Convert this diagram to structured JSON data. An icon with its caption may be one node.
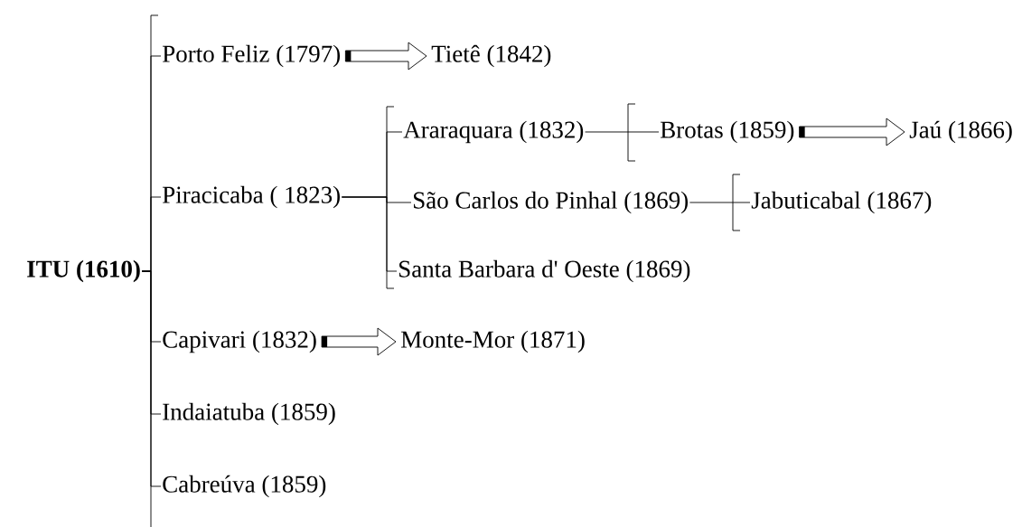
{
  "diagram": {
    "nodes": [
      {
        "text": [
          "ITU (1610)"
        ]
      },
      {
        "text": [
          "Porto Feliz (1797)"
        ]
      },
      {
        "text": [
          "Tietê (1842)"
        ]
      },
      {
        "text": [
          "Piracicaba ( 1823)"
        ]
      },
      {
        "text": [
          "Araraquara (1832)"
        ]
      },
      {
        "text": [
          "Brotas (1859)"
        ]
      },
      {
        "text": [
          "Jaú (1866)"
        ]
      },
      {
        "text": [
          "São Carlos do Pinhal (1869)"
        ]
      },
      {
        "text": [
          "Jabuticabal (1867)"
        ]
      },
      {
        "text": [
          "Santa Barbara d' Oeste (1869)"
        ]
      },
      {
        "text": [
          "Capivari (1832)"
        ]
      },
      {
        "text": [
          "Monte-Mor (1871)"
        ]
      },
      {
        "text": [
          "Indaiatuba (1859)"
        ]
      },
      {
        "text": [
          "Cabreúva (1859)"
        ]
      }
    ],
    "edges": [
      {
        "from": 0,
        "to": 1,
        "arrow": "none"
      },
      {
        "from": 0,
        "to": 3,
        "arrow": "none"
      },
      {
        "from": 0,
        "to": 10,
        "arrow": "none"
      },
      {
        "from": 0,
        "to": 12,
        "arrow": "none"
      },
      {
        "from": 0,
        "to": 13,
        "arrow": "none"
      },
      {
        "from": 1,
        "to": 2,
        "arrow": "to"
      },
      {
        "from": 3,
        "to": 4,
        "arrow": "none"
      },
      {
        "from": 3,
        "to": 7,
        "arrow": "none"
      },
      {
        "from": 3,
        "to": 9,
        "arrow": "none"
      },
      {
        "from": 4,
        "to": 5,
        "arrow": "none"
      },
      {
        "from": 5,
        "to": 6,
        "arrow": "to"
      },
      {
        "from": 7,
        "to": 8,
        "arrow": "none"
      },
      {
        "from": 10,
        "to": 11,
        "arrow": "to"
      }
    ]
  }
}
